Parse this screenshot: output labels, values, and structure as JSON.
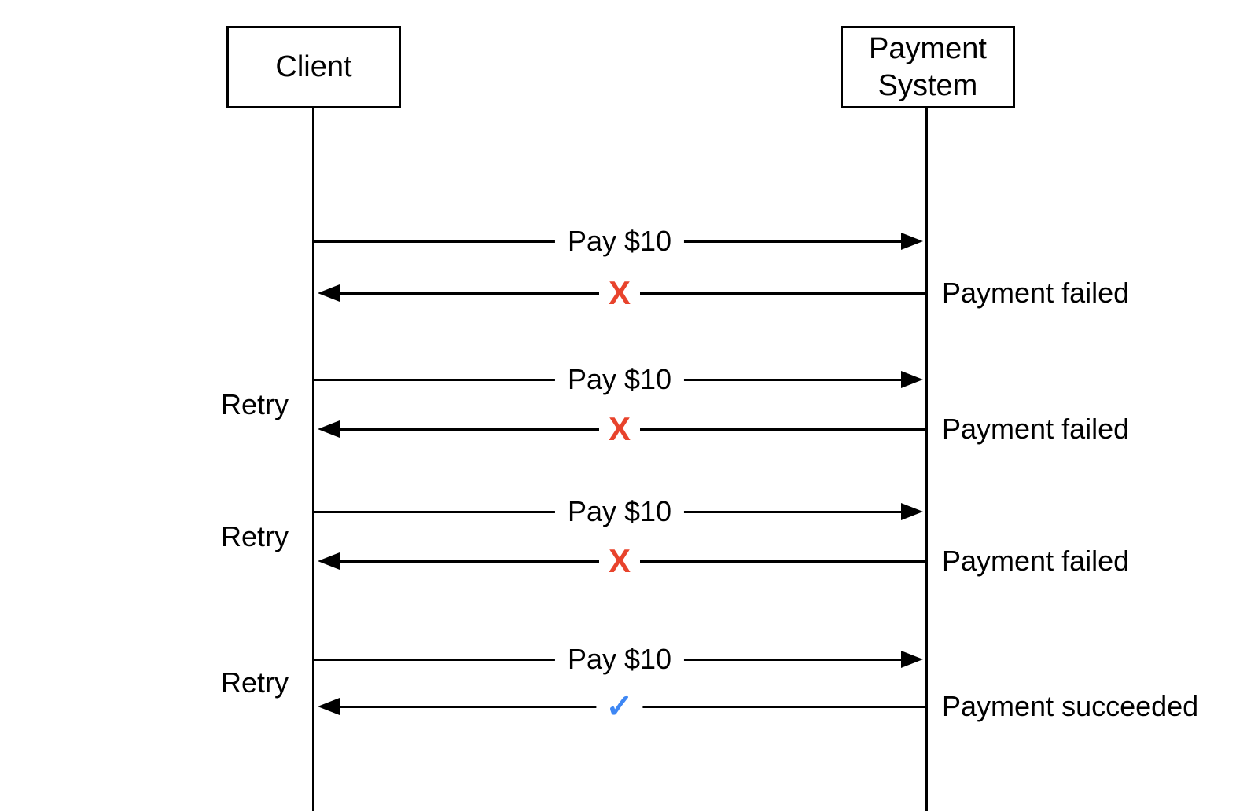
{
  "actors": [
    {
      "label": "Client"
    },
    {
      "label": "Payment System"
    }
  ],
  "exchanges": [
    {
      "request_label": "Pay $10",
      "response_marker": "X",
      "response_note": "Payment failed",
      "status": "fail",
      "annotation": ""
    },
    {
      "request_label": "Pay $10",
      "response_marker": "X",
      "response_note": "Payment failed",
      "status": "fail",
      "annotation": "Retry"
    },
    {
      "request_label": "Pay $10",
      "response_marker": "X",
      "response_note": "Payment failed",
      "status": "fail",
      "annotation": "Retry"
    },
    {
      "request_label": "Pay $10",
      "response_marker": "✓",
      "response_note": "Payment succeeded",
      "status": "success",
      "annotation": "Retry"
    }
  ],
  "colors": {
    "fail": "#E8432C",
    "success": "#3E87F4",
    "line": "#000000",
    "background": "#FFFFFF"
  }
}
